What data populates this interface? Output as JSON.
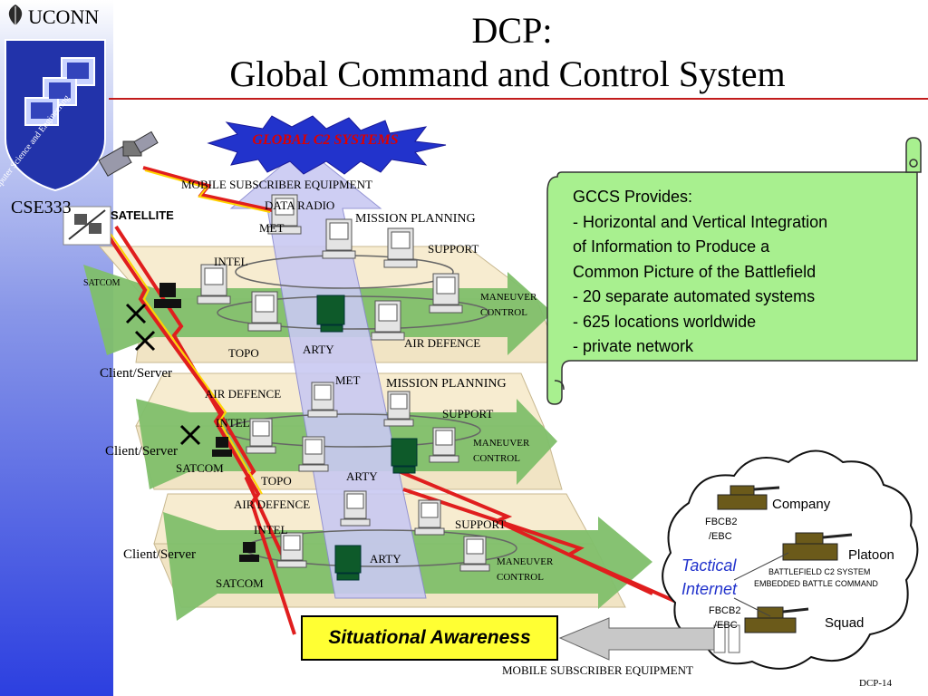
{
  "header": {
    "logo_text": "UCONN",
    "title_line1": "DCP:",
    "title_line2": "Global Command and Control System",
    "course": "CSE333",
    "emblem_text": "Computer Science and Engineering"
  },
  "burst": {
    "label": "GLOBAL C2 SYSTEMS"
  },
  "top_labels": {
    "mobile_subscriber_top": "MOBILE SUBSCRIBER EQUIPMENT",
    "data_radio": "DATA RADIO",
    "satellite": "SATELLITE"
  },
  "layer1": {
    "met": "MET",
    "mission_planning": "MISSION PLANNING",
    "support": "SUPPORT",
    "intel": "INTEL",
    "satcom": "SATCOM",
    "maneuver": "MANEUVER",
    "control": "CONTROL",
    "air_defence": "AIR DEFENCE",
    "topo": "TOPO",
    "arty": "ARTY"
  },
  "layer2": {
    "client_server": "Client/Server",
    "met": "MET",
    "mission_planning": "MISSION PLANNING",
    "air_defence": "AIR DEFENCE",
    "support": "SUPPORT",
    "intel": "INTEL",
    "client_server_2": "Client/Server",
    "satcom": "SATCOM",
    "maneuver": "MANEUVER",
    "control": "CONTROL",
    "topo": "TOPO",
    "arty": "ARTY"
  },
  "layer3": {
    "air_defence": "AIR DEFENCE",
    "support": "SUPPORT",
    "intel": "INTEL",
    "client_server": "Client/Server",
    "arty": "ARTY",
    "maneuver": "MANEUVER",
    "control": "CONTROL",
    "satcom": "SATCOM"
  },
  "gccs": {
    "lines": [
      "GCCS Provides:",
      "- Horizontal and Vertical Integration",
      "of Information to Produce a",
      "Common Picture of the Battlefield",
      "- 20 separate automated systems",
      "- 625 locations worldwide",
      "- private network"
    ]
  },
  "cloud": {
    "company": "Company",
    "fbcb2_top": "FBCB2",
    "ebc_top": "/EBC",
    "tactical": "Tactical",
    "internet": "Internet",
    "platoon": "Platoon",
    "bc2_line1": "BATTLEFIELD C2 SYSTEM",
    "bc2_line2": "EMBEDDED BATTLE COMMAND",
    "fbcb2_bottom": "FBCB2",
    "ebc_bottom": "/EBC",
    "squad": "Squad"
  },
  "bottom": {
    "situational_awareness": "Situational Awareness",
    "mobile_subscriber_bottom": "MOBILE SUBSCRIBER EQUIPMENT",
    "slide_number": "DCP-14"
  },
  "colors": {
    "sidebar_blue": "#2c3fe0",
    "band_green": "#7fbf6a",
    "scroll_green": "#a8f08f",
    "arrow_lavender": "#c9c9f2",
    "title_red_line": "#c21c1c",
    "burst_blue": "#2233cc",
    "sa_yellow": "#ffff33"
  }
}
